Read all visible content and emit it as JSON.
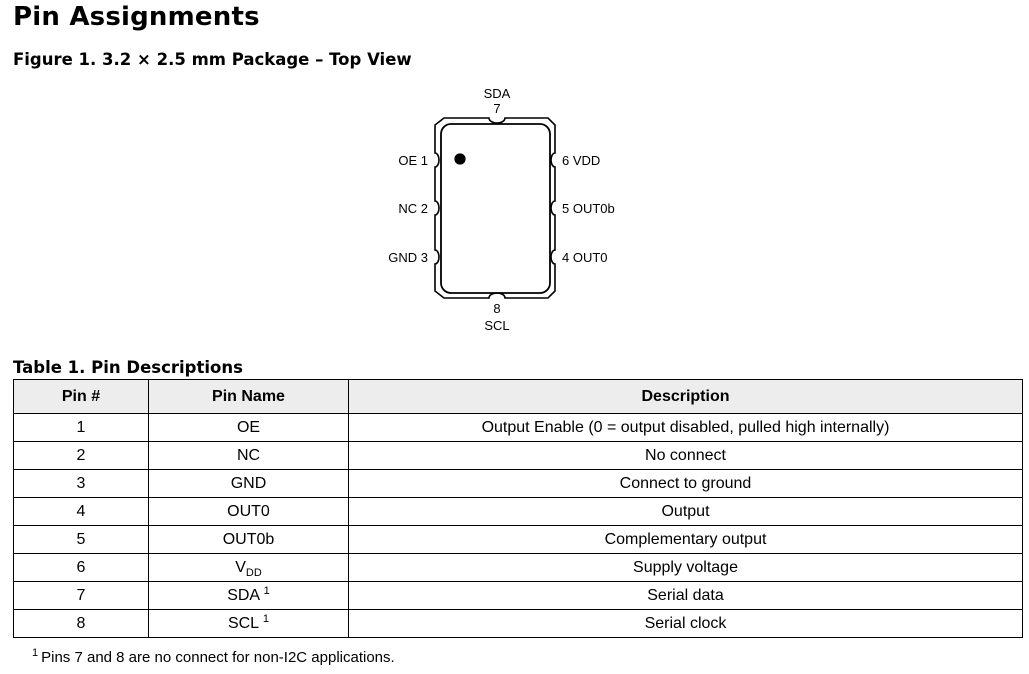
{
  "page_title": "Pin Assignments",
  "figure": {
    "caption": "Figure 1.  3.2 × 2.5 mm Package – Top View",
    "pins": {
      "top": {
        "name": "SDA",
        "num": "7"
      },
      "bottom": {
        "name": "SCL",
        "num": "8"
      },
      "left": [
        {
          "name": "OE",
          "num": "1"
        },
        {
          "name": "NC",
          "num": "2"
        },
        {
          "name": "GND",
          "num": "3"
        }
      ],
      "right": [
        {
          "name": "VDD",
          "num": "6"
        },
        {
          "name": "OUT0b",
          "num": "5"
        },
        {
          "name": "OUT0",
          "num": "4"
        }
      ]
    }
  },
  "table": {
    "caption": "Table 1.  Pin Descriptions",
    "headers": [
      "Pin #",
      "Pin Name",
      "Description"
    ],
    "rows": [
      {
        "pin": "1",
        "name": "OE",
        "description": "Output Enable (0 = output disabled, pulled high internally)"
      },
      {
        "pin": "2",
        "name": "NC",
        "description": "No connect"
      },
      {
        "pin": "3",
        "name": "GND",
        "description": "Connect to ground"
      },
      {
        "pin": "4",
        "name": "OUT0",
        "description": "Output"
      },
      {
        "pin": "5",
        "name": "OUT0b",
        "description": "Complementary output"
      },
      {
        "pin": "6",
        "name": "V",
        "name_sub": "DD",
        "description": "Supply voltage"
      },
      {
        "pin": "7",
        "name": "SDA",
        "name_sup": "1",
        "description": "Serial data"
      },
      {
        "pin": "8",
        "name": "SCL",
        "name_sup": "1",
        "description": "Serial clock"
      }
    ]
  },
  "footnote": {
    "mark": "1",
    "text": "Pins 7 and 8 are no connect for non-I2C applications."
  }
}
